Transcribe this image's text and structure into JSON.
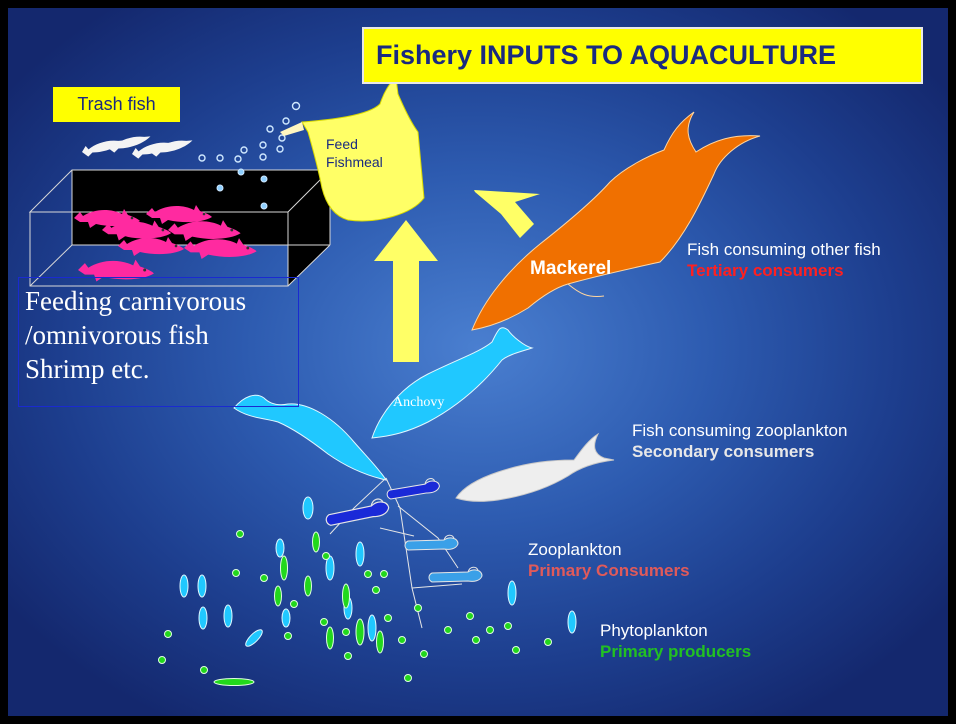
{
  "slide": {
    "title": "Fishery INPUTS TO AQUACULTURE",
    "trash_fish_label": "Trash fish",
    "feed_bag": {
      "line1": "Feed",
      "line2": "Fishmeal"
    },
    "feeding_box": {
      "line1": "Feeding carnivorous",
      "line2": "/omnivorous fish",
      "line3": "Shrimp etc."
    },
    "mackerel_label": "Mackerel",
    "anchovy_label": "Anchovy",
    "levels": {
      "tertiary": {
        "desc": "Fish consuming other fish",
        "level": "Tertiary consumers"
      },
      "secondary": {
        "desc": "Fish consuming zooplankton",
        "level": "Secondary consumers"
      },
      "zooplankton": {
        "desc": "Zooplankton",
        "level": "Primary Consumers"
      },
      "phytoplankton": {
        "desc": "Phytoplankton",
        "level": "Primary producers"
      }
    }
  },
  "colors": {
    "title_bg": "#ffff00",
    "title_text": "#1a2a80",
    "bag": "#ffff66",
    "arrow": "#ffff66",
    "mackerel": "#f07000",
    "anchovy": "#20c8ff",
    "secondary_fish": "#eeeeee",
    "farmed_fish": "#ff2aa0",
    "tertiary_text": "#ff2020",
    "primary_consumer_text": "#e05a5a",
    "producer_text": "#22c022"
  }
}
